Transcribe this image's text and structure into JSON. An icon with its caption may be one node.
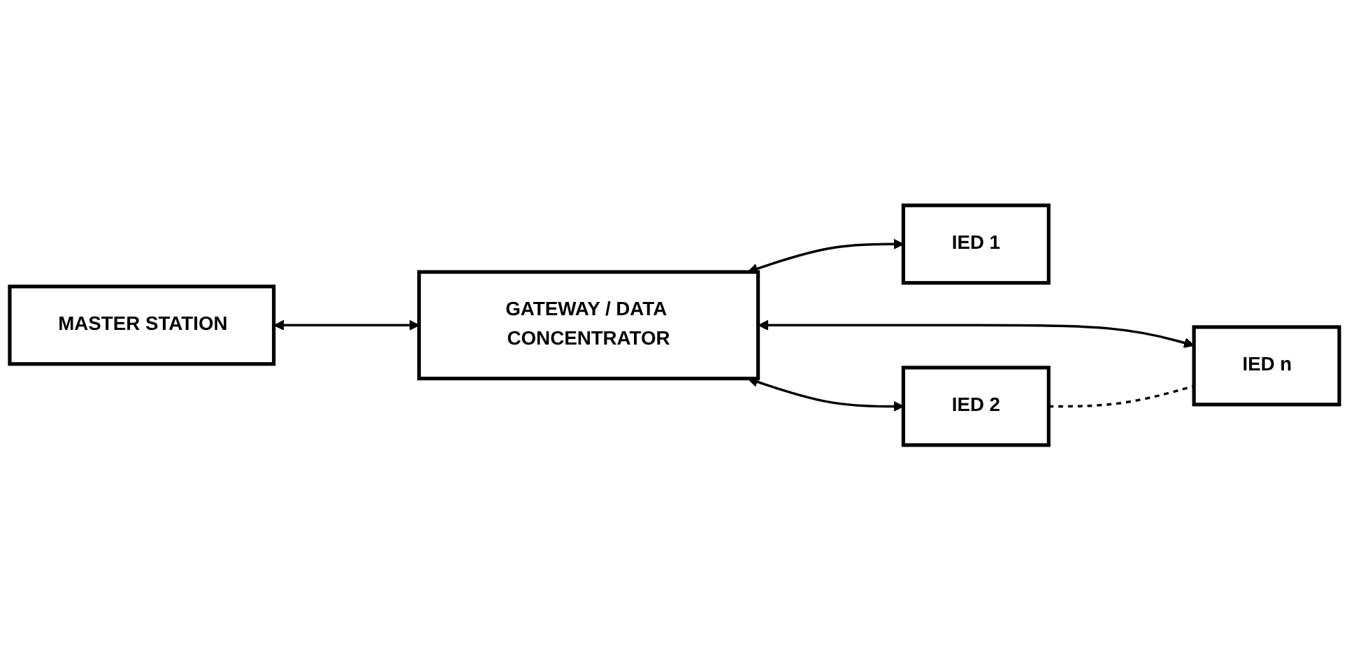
{
  "diagram": {
    "nodes": [
      {
        "text": [
          "MASTER STATION"
        ]
      },
      {
        "text": [
          "GATEWAY / DATA CONCENTRATOR"
        ]
      },
      {
        "text": [
          "IED 1"
        ]
      },
      {
        "text": [
          "IED 2"
        ]
      },
      {
        "text": [
          "IED n"
        ]
      }
    ],
    "edges": [
      {
        "from": 0,
        "to": 1,
        "arrow": "both"
      },
      {
        "from": 1,
        "to": 2,
        "arrow": "both"
      },
      {
        "from": 1,
        "to": 3,
        "arrow": "both"
      },
      {
        "from": 1,
        "to": 4,
        "arrow": "both"
      },
      {
        "from": 3,
        "to": 4,
        "arrow": "none",
        "style": "dashed"
      }
    ]
  }
}
